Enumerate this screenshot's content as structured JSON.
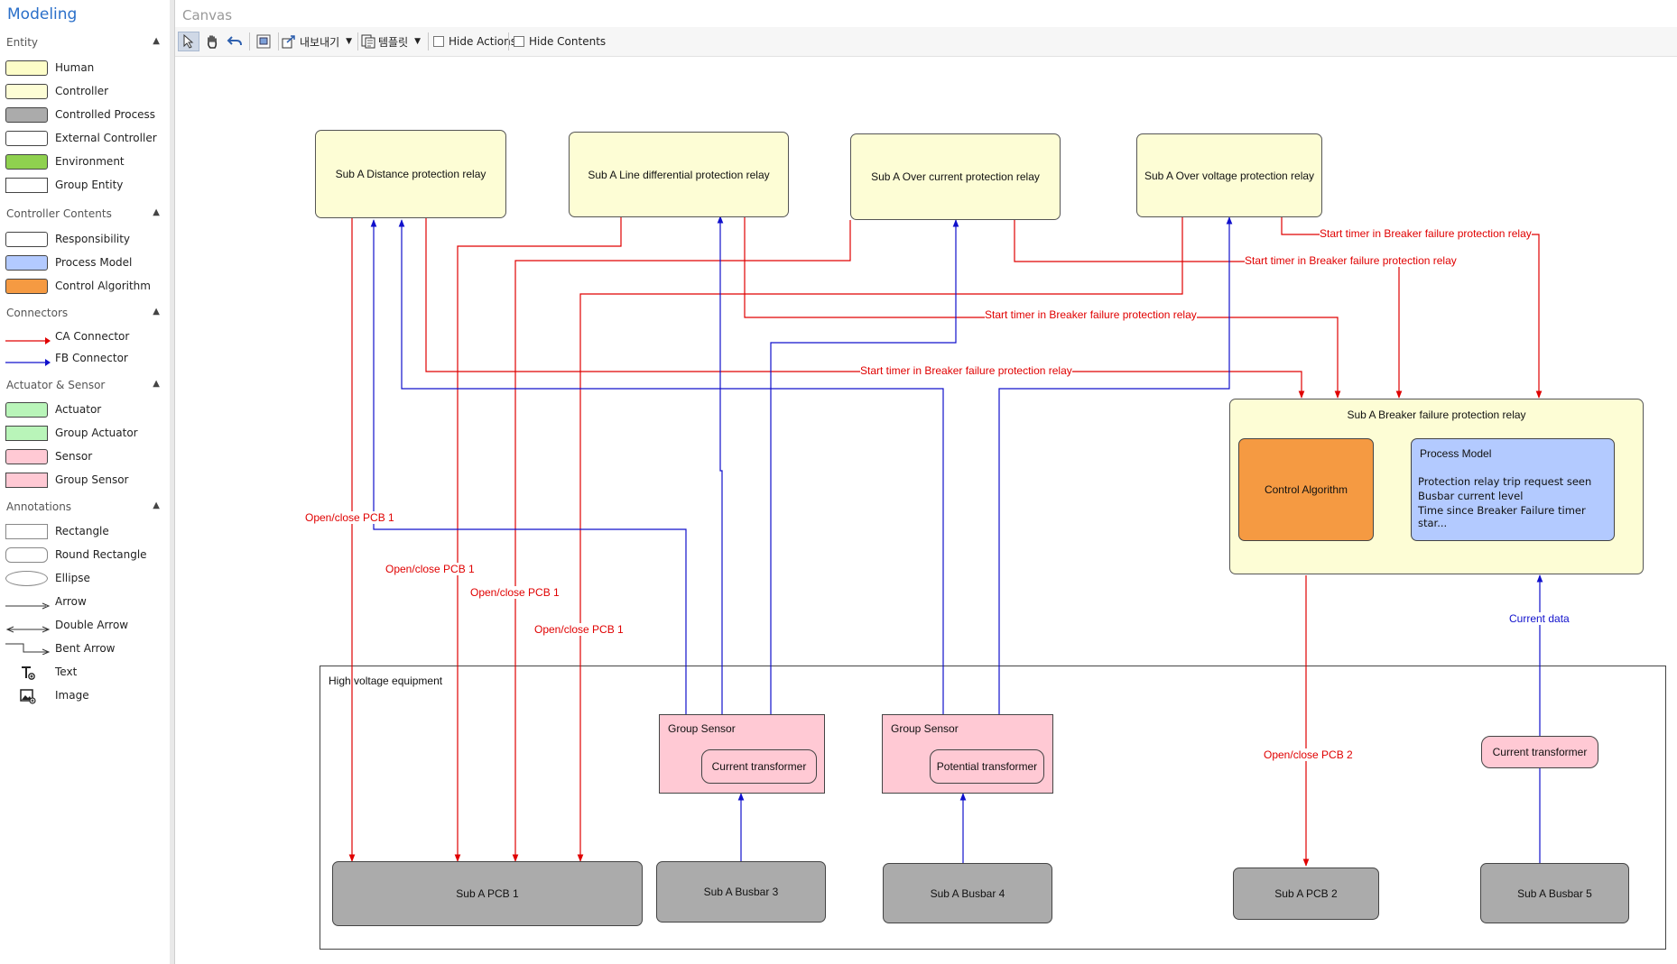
{
  "sidebar": {
    "title": "Modeling",
    "sections": {
      "entity": "Entity",
      "controller_contents": "Controller Contents",
      "connectors": "Connectors",
      "actuator_sensor": "Actuator & Sensor",
      "annotations": "Annotations"
    },
    "entity_items": [
      "Human",
      "Controller",
      "Controlled Process",
      "External Controller",
      "Environment",
      "Group Entity"
    ],
    "controller_items": [
      "Responsibility",
      "Process Model",
      "Control Algorithm"
    ],
    "connector_items": [
      "CA Connector",
      "FB Connector"
    ],
    "actsens_items": [
      "Actuator",
      "Group Actuator",
      "Sensor",
      "Group Sensor"
    ],
    "annotation_items": [
      "Rectangle",
      "Round Rectangle",
      "Ellipse",
      "Arrow",
      "Double Arrow",
      "Bent Arrow",
      "Text",
      "Image"
    ],
    "colors": {
      "human": "#fdfdc8",
      "controller": "#fdfdd5",
      "controlled_process": "#ababab",
      "external_controller": "#ffffff",
      "environment": "#8fd14f",
      "group_entity": "#ffffff",
      "responsibility": "#ffffff",
      "process_model": "#b3caff",
      "control_algorithm": "#f59a42",
      "actuator": "#b9f5b9",
      "group_actuator": "#b9f5b9",
      "sensor": "#ffc9d4",
      "group_sensor": "#ffc9d4",
      "ca_connector": "#e00000",
      "fb_connector": "#1010cc"
    }
  },
  "canvas": {
    "title": "Canvas",
    "toolbar": {
      "export_label": "내보내기",
      "template_label": "템플릿",
      "hide_actions": "Hide Actions",
      "hide_contents": "Hide Contents"
    }
  },
  "diagram": {
    "controllers": {
      "distance": "Sub A Distance protection relay",
      "line_diff": "Sub A Line differential protection relay",
      "over_current": "Sub A Over current protection relay",
      "over_voltage": "Sub A Over voltage protection relay",
      "breaker_failure": "Sub A Breaker failure protection relay"
    },
    "control_algorithm": "Control Algorithm",
    "process_model": {
      "title": "Process Model",
      "lines": [
        "Protection relay trip request seen",
        "Busbar current level",
        "Time since Breaker Failure timer star..."
      ]
    },
    "hv_group": "High voltage equipment",
    "group_sensor_label": "Group Sensor",
    "current_transformer": "Current transformer",
    "potential_transformer": "Potential transformer",
    "current_transformer_2": "Current transformer",
    "processes": {
      "pcb1": "Sub A PCB 1",
      "busbar3": "Sub A Busbar 3",
      "busbar4": "Sub A Busbar 4",
      "pcb2": "Sub A PCB 2",
      "busbar5": "Sub A Busbar 5"
    },
    "labels": {
      "start_timer": "Start timer in Breaker failure protection relay",
      "open_close_pcb1": "Open/close PCB 1",
      "open_close_pcb2": "Open/close PCB 2",
      "current_data": "Current data"
    }
  }
}
